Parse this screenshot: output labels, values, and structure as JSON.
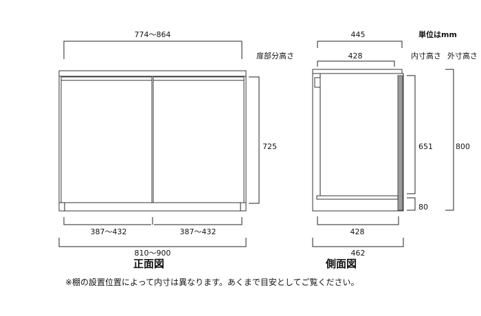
{
  "units_label": "単位はmm",
  "front": {
    "title": "正面図",
    "width_range_top": "774～864",
    "door_height_label": "扉部分高さ",
    "door_height": "725",
    "left_door_width": "387～432",
    "right_door_width": "387～432",
    "total_width": "810～900"
  },
  "side": {
    "title": "側面図",
    "depth_top": "445",
    "inner_depth_top": "428",
    "inner_height_label": "内寸高さ",
    "outer_height_label": "外寸高さ",
    "inner_height": "651",
    "plinth_height": "80",
    "outer_height": "800",
    "inner_depth_bottom": "428",
    "depth_bottom": "462"
  },
  "note": "※棚の設置位置によって内寸は異なります。あくまで目安としてご覧ください。"
}
